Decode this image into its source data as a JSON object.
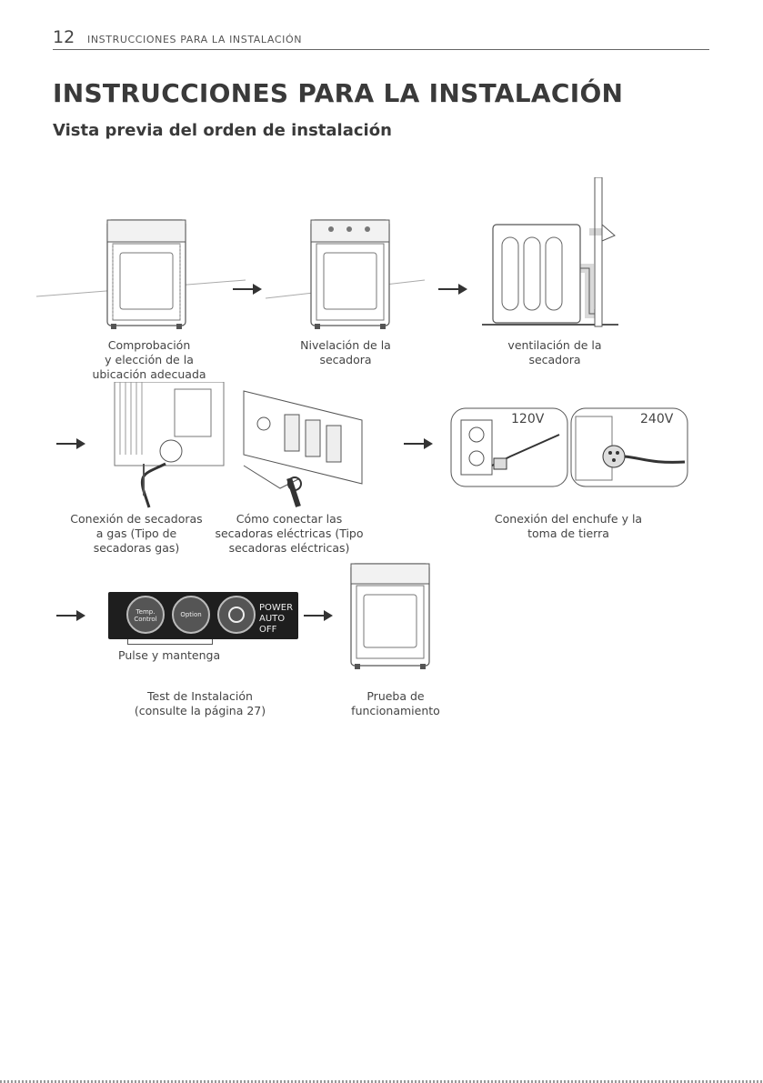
{
  "header": {
    "page_number": "12",
    "section": "INSTRUCCIONES PARA LA INSTALACIÓN"
  },
  "title": "INSTRUCCIONES PARA LA INSTALACIÓN",
  "subtitle": "Vista previa del orden de instalación",
  "steps": [
    {
      "lines": [
        "Comprobación",
        "y elección de la",
        "ubicación adecuada"
      ]
    },
    {
      "lines": [
        "Nivelación de la",
        "secadora"
      ]
    },
    {
      "lines": [
        "ventilación de la",
        "secadora"
      ]
    },
    {
      "lines": [
        "Conexión de secadoras",
        "a gas (Tipo de",
        "secadoras gas)"
      ]
    },
    {
      "lines": [
        "Cómo conectar las",
        "secadoras eléctricas (Tipo",
        "secadoras eléctricas)"
      ]
    },
    {
      "lines": [
        "Conexión del enchufe y la",
        "toma de tierra"
      ]
    },
    {
      "lines": [
        "Test de Instalación",
        "(consulte la página 27)"
      ]
    },
    {
      "lines": [
        "Prueba de",
        "funcionamiento"
      ]
    }
  ],
  "illustrations": {
    "voltage_120": "120V",
    "voltage_240": "240V",
    "panel_button_1": "Temp. Control",
    "panel_button_2": "Option",
    "panel_power_line1": "POWER",
    "panel_power_line2": "AUTO OFF",
    "press_hold": "Pulse y mantenga"
  }
}
